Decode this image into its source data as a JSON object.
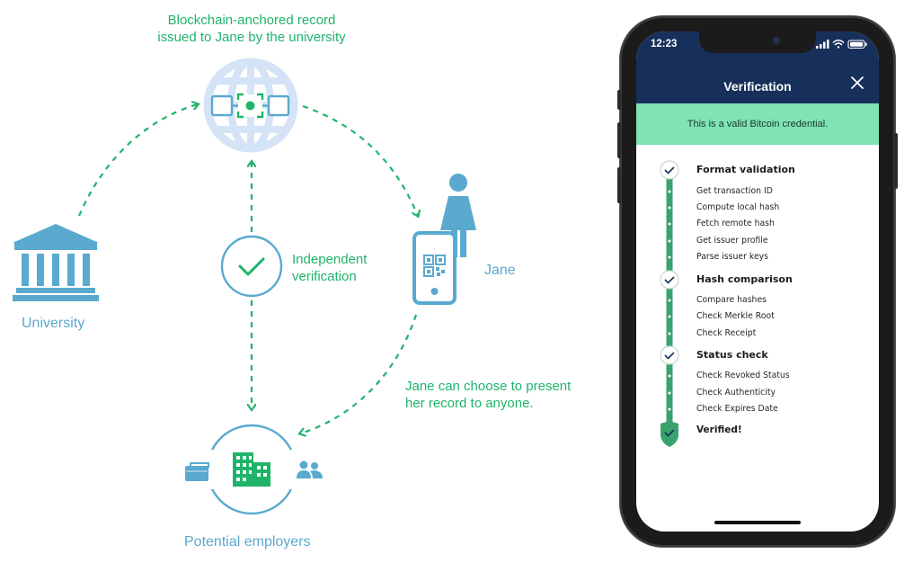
{
  "diagram": {
    "record_caption_line1": "Blockchain-anchored record",
    "record_caption_line2": "issued to Jane by the university",
    "university_label": "University",
    "verification_label_line1": "Independent",
    "verification_label_line2": "verification",
    "jane_label": "Jane",
    "present_line1": "Jane can choose to present",
    "present_line2": "her record to anyone.",
    "employers_label": "Potential employers",
    "colors": {
      "green": "#1fb46a",
      "blue": "#5aa9cf",
      "globe": "#d5e3f6"
    }
  },
  "phone": {
    "status_time": "12:23",
    "title": "Verification",
    "banner": "This is a valid Bitcoin credential.",
    "sections": [
      {
        "title": "Format validation",
        "items": [
          "Get transaction ID",
          "Compute local hash",
          "Fetch remote hash",
          "Get issuer profile",
          "Parse issuer keys"
        ]
      },
      {
        "title": "Hash comparison",
        "items": [
          "Compare hashes",
          "Check Merkle Root",
          "Check Receipt"
        ]
      },
      {
        "title": "Status check",
        "items": [
          "Check Revoked Status",
          "Check Authenticity",
          "Check Expires Date"
        ]
      }
    ],
    "final": "Verified!",
    "colors": {
      "header": "#17305b",
      "banner": "#7fe3b4",
      "track": "#3aa36d"
    }
  }
}
